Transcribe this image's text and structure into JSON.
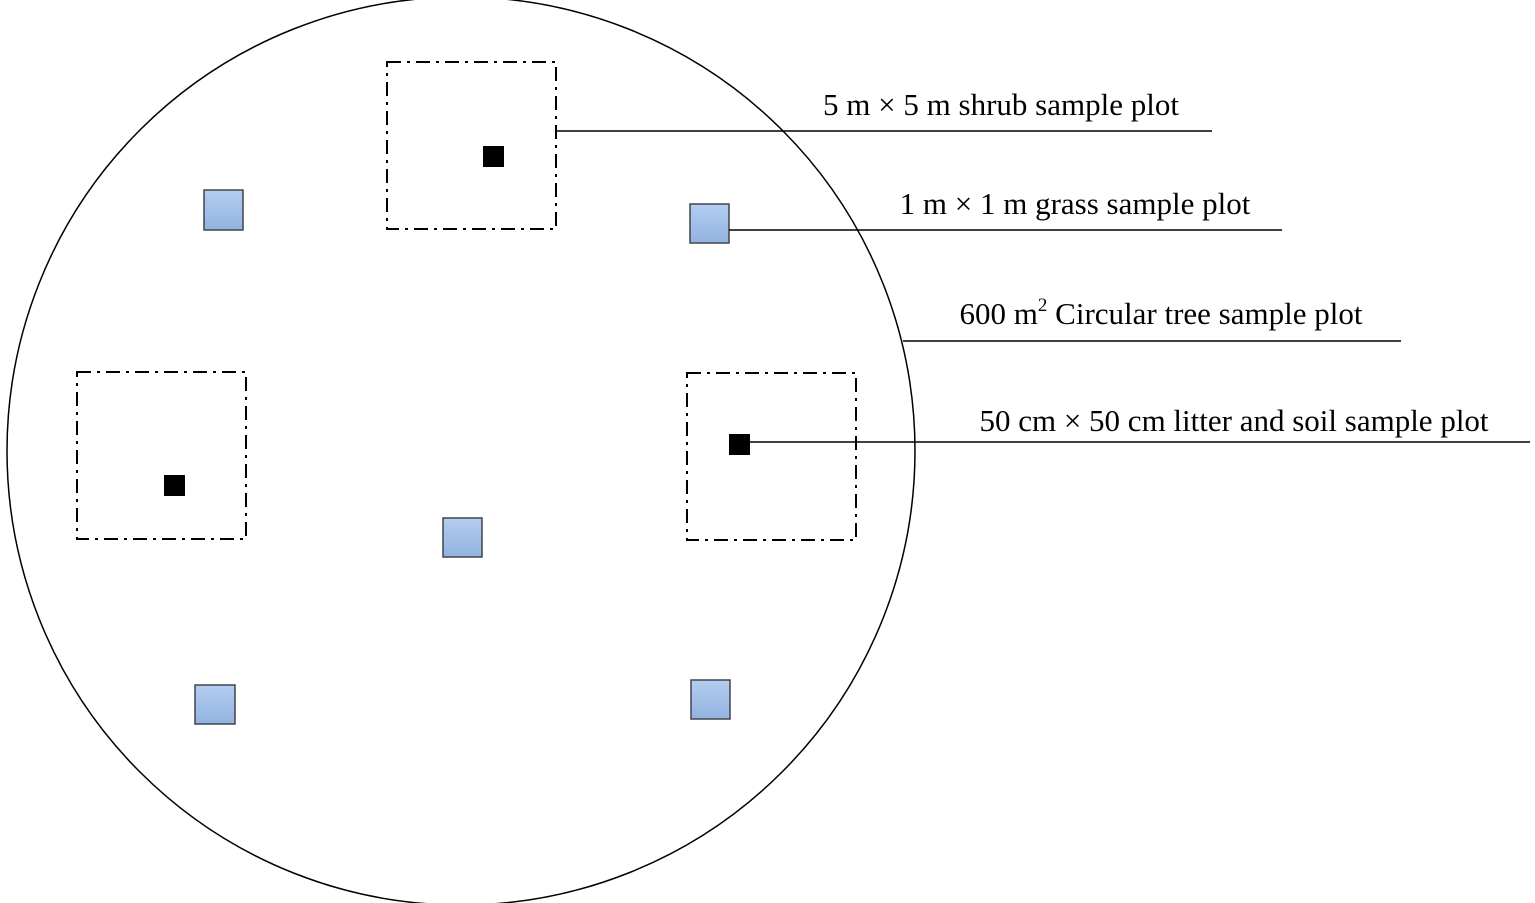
{
  "labels": {
    "shrub": "5 m × 5 m shrub sample plot",
    "grass": "1 m × 1 m grass sample plot",
    "tree_prefix": "600 m",
    "tree_superscript": "2",
    "tree_suffix": " Circular tree sample plot",
    "litter": "50 cm × 50 cm litter and soil sample plot"
  },
  "colors": {
    "grass_fill": "#a3c0e6",
    "grass_stroke": "#41444a",
    "litter_fill": "#000000",
    "line": "#000000"
  }
}
